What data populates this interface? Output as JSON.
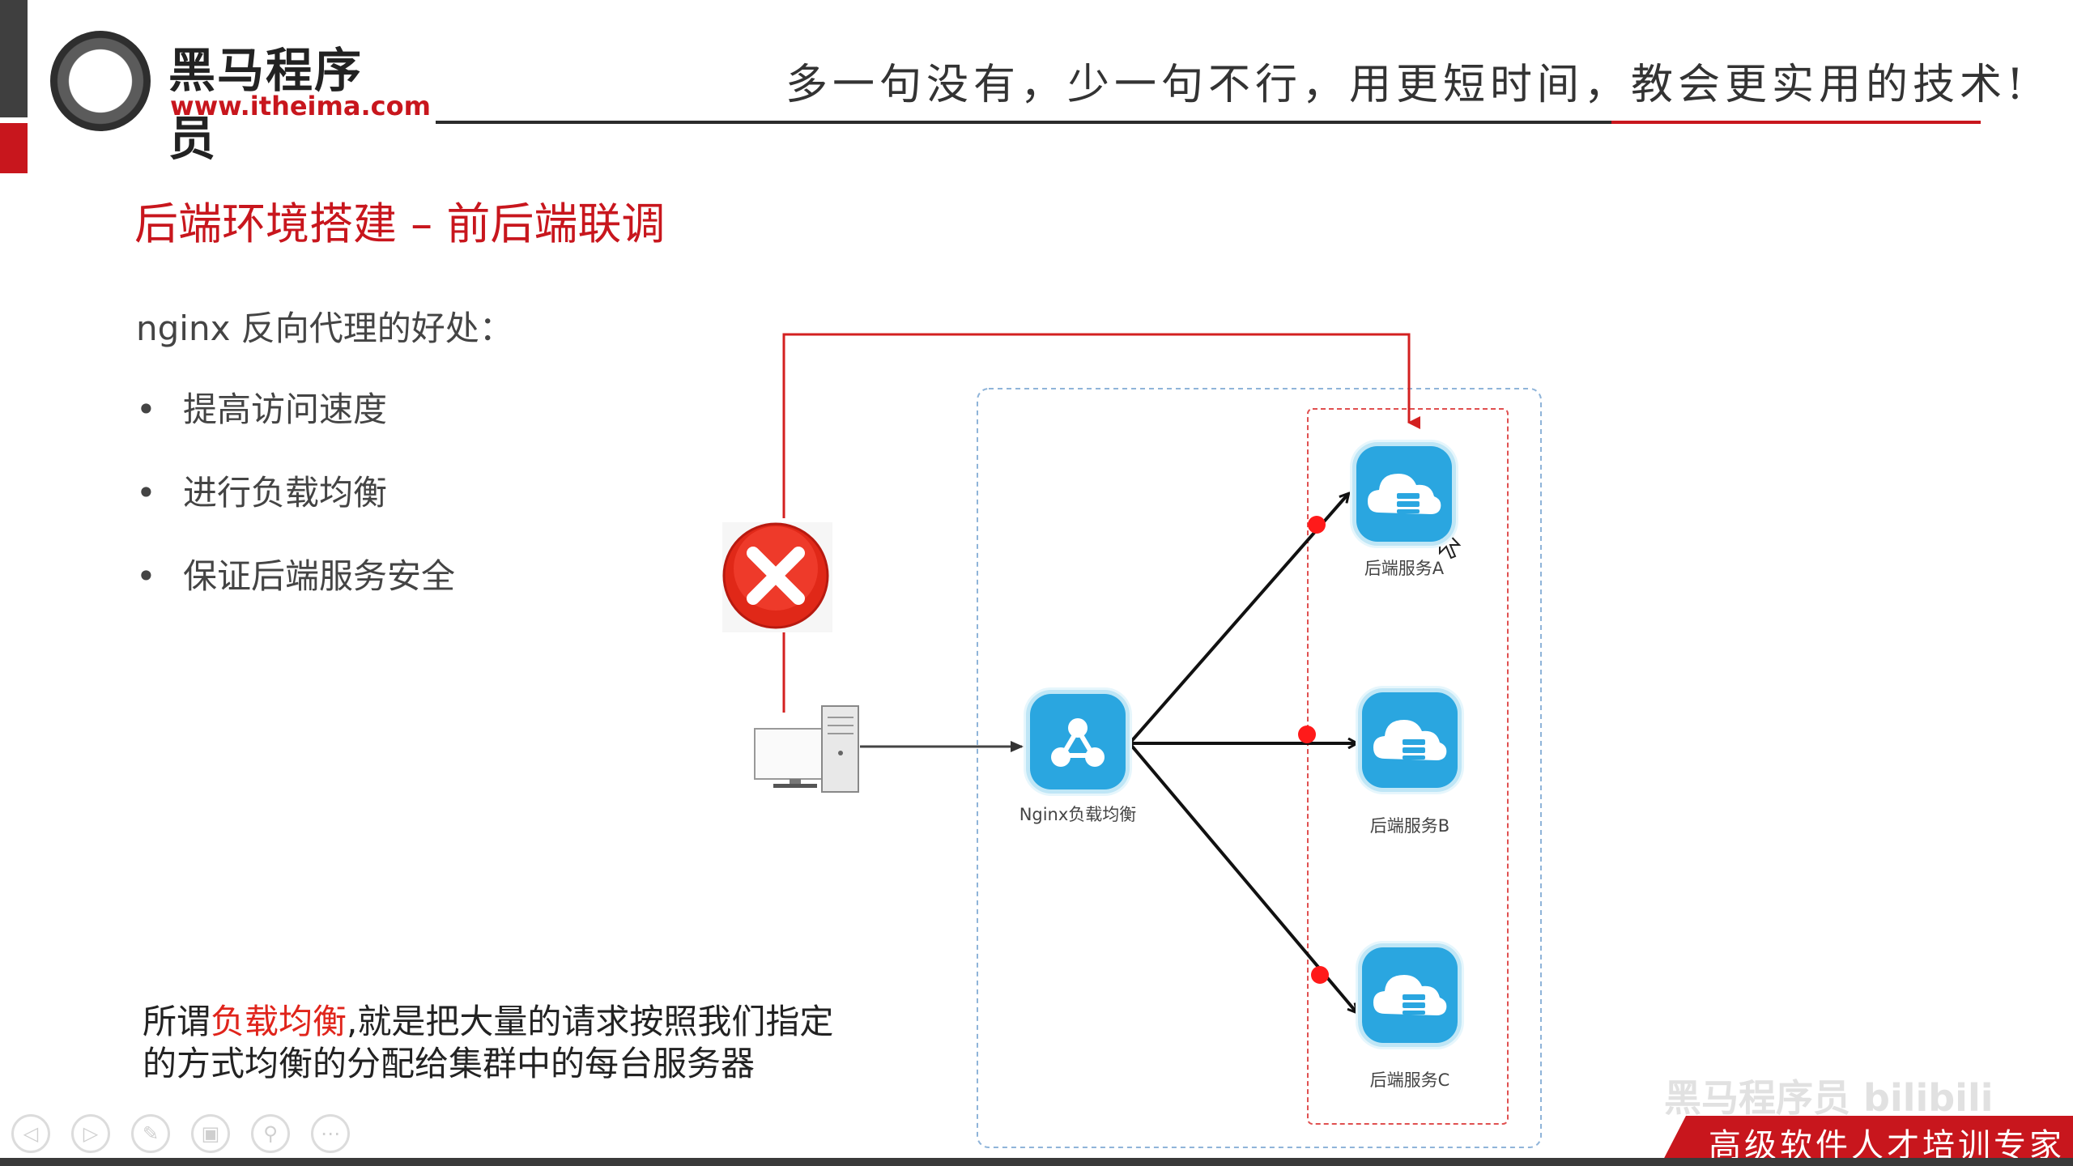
{
  "header": {
    "logo_title": "黑马程序员",
    "logo_url": "www.itheima.com",
    "slogan": "多一句没有，少一句不行，用更短时间，教会更实用的技术!"
  },
  "slide": {
    "title": "后端环境搭建 – 前后端联调",
    "intro": "nginx 反向代理的好处：",
    "bullets": [
      "提高访问速度",
      "进行负载均衡",
      "保证后端服务安全"
    ],
    "note_prefix": "所谓",
    "note_highlight": "负载均衡",
    "note_rest": ",就是把大量的请求按照我们指定的方式均衡的分配给集群中的每台服务器"
  },
  "diagram": {
    "nginx_label": "Nginx负载均衡",
    "server_a_label": "后端服务A",
    "server_b_label": "后端服务B",
    "server_c_label": "后端服务C"
  },
  "footer": {
    "banner": "高级软件人才培训专家",
    "watermark": "黑马程序员 bilibili"
  },
  "icons": {
    "blocked": "error-x-icon",
    "client": "computer-icon",
    "nginx": "network-hub-icon",
    "server": "cloud-server-icon",
    "cursor": "mouse-pointer-icon"
  },
  "colors": {
    "brand_red": "#c8161d",
    "icon_blue": "#2aa6e0"
  }
}
